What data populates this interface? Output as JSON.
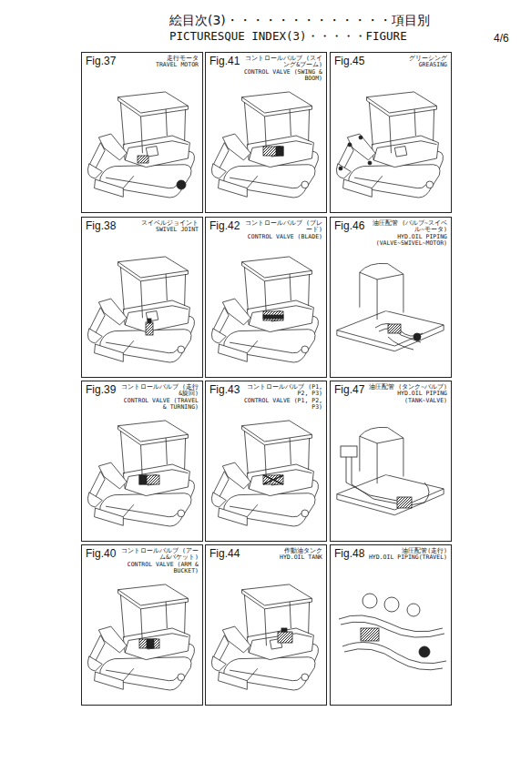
{
  "diagram": {
    "title": "絵目次(3)・・・・・・・・・・・・・項目別",
    "nodes": [
      {
        "text": [
          "Fig.37",
          "走行モータ",
          "TRAVEL MOTOR"
        ]
      },
      {
        "text": [
          "Fig.38",
          "スイベルジョイント",
          "SWIVEL JOINT"
        ]
      },
      {
        "text": [
          "Fig.39",
          "コントロールバルブ (走行&旋回)",
          "CONTROL VALVE (TRAVEL & TURNING)"
        ]
      },
      {
        "text": [
          "Fig.40",
          "コントロールバルブ (アーム&バケット)",
          "CONTROL VALVE (ARM & BUCKET)"
        ]
      },
      {
        "text": [
          "Fig.41",
          "コントロールバルブ (スイング&ブーム)",
          "CONTROL VALVE (SWING & BOOM)"
        ]
      },
      {
        "text": [
          "Fig.42",
          "コントロールバルブ (ブレード)",
          "CONTROL VALVE (BLADE)"
        ]
      },
      {
        "text": [
          "Fig.43",
          "コントロールバルブ (P1, P2, P3)",
          "CONTROL VALVE (P1, P2, P3)"
        ]
      },
      {
        "text": [
          "Fig.44",
          "作動油タンク",
          "HYD.OIL TANK"
        ]
      },
      {
        "text": [
          "Fig.45",
          "グリーシング",
          "GREASING"
        ]
      },
      {
        "text": [
          "Fig.46",
          "油圧配管 (バルブ~スイベル~モータ)",
          "HYD.OIL PIPING (VALVE~SWIVEL~MOTOR)"
        ]
      },
      {
        "text": [
          "Fig.47",
          "油圧配管 (タンク~バルブ)",
          "HYD.OIL PIPING (TANK~VALVE)"
        ]
      },
      {
        "text": [
          "Fig.48",
          "油圧配管(走行)",
          "HYD.OIL PIPING(TRAVEL)"
        ]
      }
    ],
    "labels": [
      "PICTURESQUE INDEX(3)・・・・・FIGURE",
      "4/6"
    ]
  }
}
